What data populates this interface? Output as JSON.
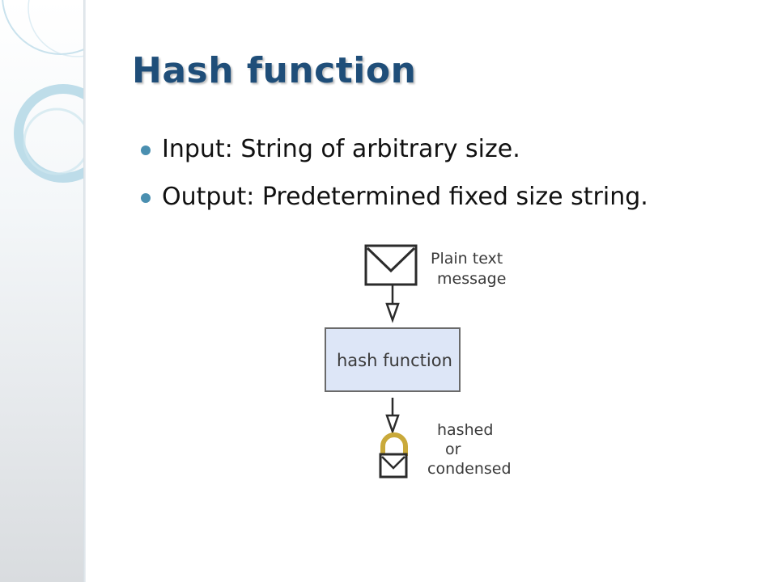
{
  "slide": {
    "title": "Hash function",
    "bullets": [
      "Input: String of arbitrary size.",
      "Output: Predetermined fixed size string."
    ]
  },
  "diagram": {
    "input_label_line1": "Plain text",
    "input_label_line2": "message",
    "process_label": "hash function",
    "output_label_line1": "hashed",
    "output_label_line2": "or",
    "output_label_line3": "condensed"
  },
  "colors": {
    "title": "#1f4e79",
    "bullet": "#4a8fb0",
    "box_fill": "#dde6f7",
    "lock": "#c9a93a"
  },
  "icons": [
    "envelope-icon",
    "arrow-down-icon",
    "lock-icon"
  ]
}
